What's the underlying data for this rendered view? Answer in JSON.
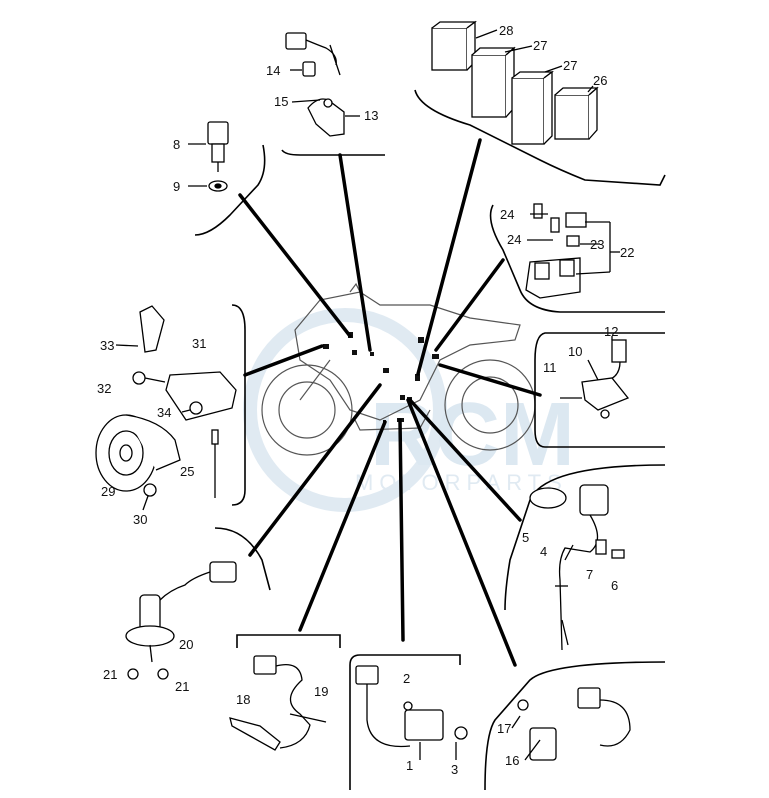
{
  "watermark": {
    "brand": "RCM",
    "sub": "MOTORPARTS",
    "color": "#d9e6f0"
  },
  "labels": {
    "l1": "1",
    "l2": "2",
    "l3": "3",
    "l4": "4",
    "l5": "5",
    "l6": "6",
    "l7": "7",
    "l8": "8",
    "l9": "9",
    "l10": "10",
    "l11": "11",
    "l12": "12",
    "l13": "13",
    "l14": "14",
    "l15": "15",
    "l16": "16",
    "l17": "17",
    "l18": "18",
    "l19": "19",
    "l20": "20",
    "l21a": "21",
    "l21b": "21",
    "l22": "22",
    "l23": "23",
    "l24a": "24",
    "l24b": "24",
    "l25": "25",
    "l26": "26",
    "l27a": "27",
    "l27b": "27",
    "l28": "28",
    "l29": "29",
    "l30": "30",
    "l31": "31",
    "l32": "32",
    "l33": "33",
    "l34": "34"
  }
}
